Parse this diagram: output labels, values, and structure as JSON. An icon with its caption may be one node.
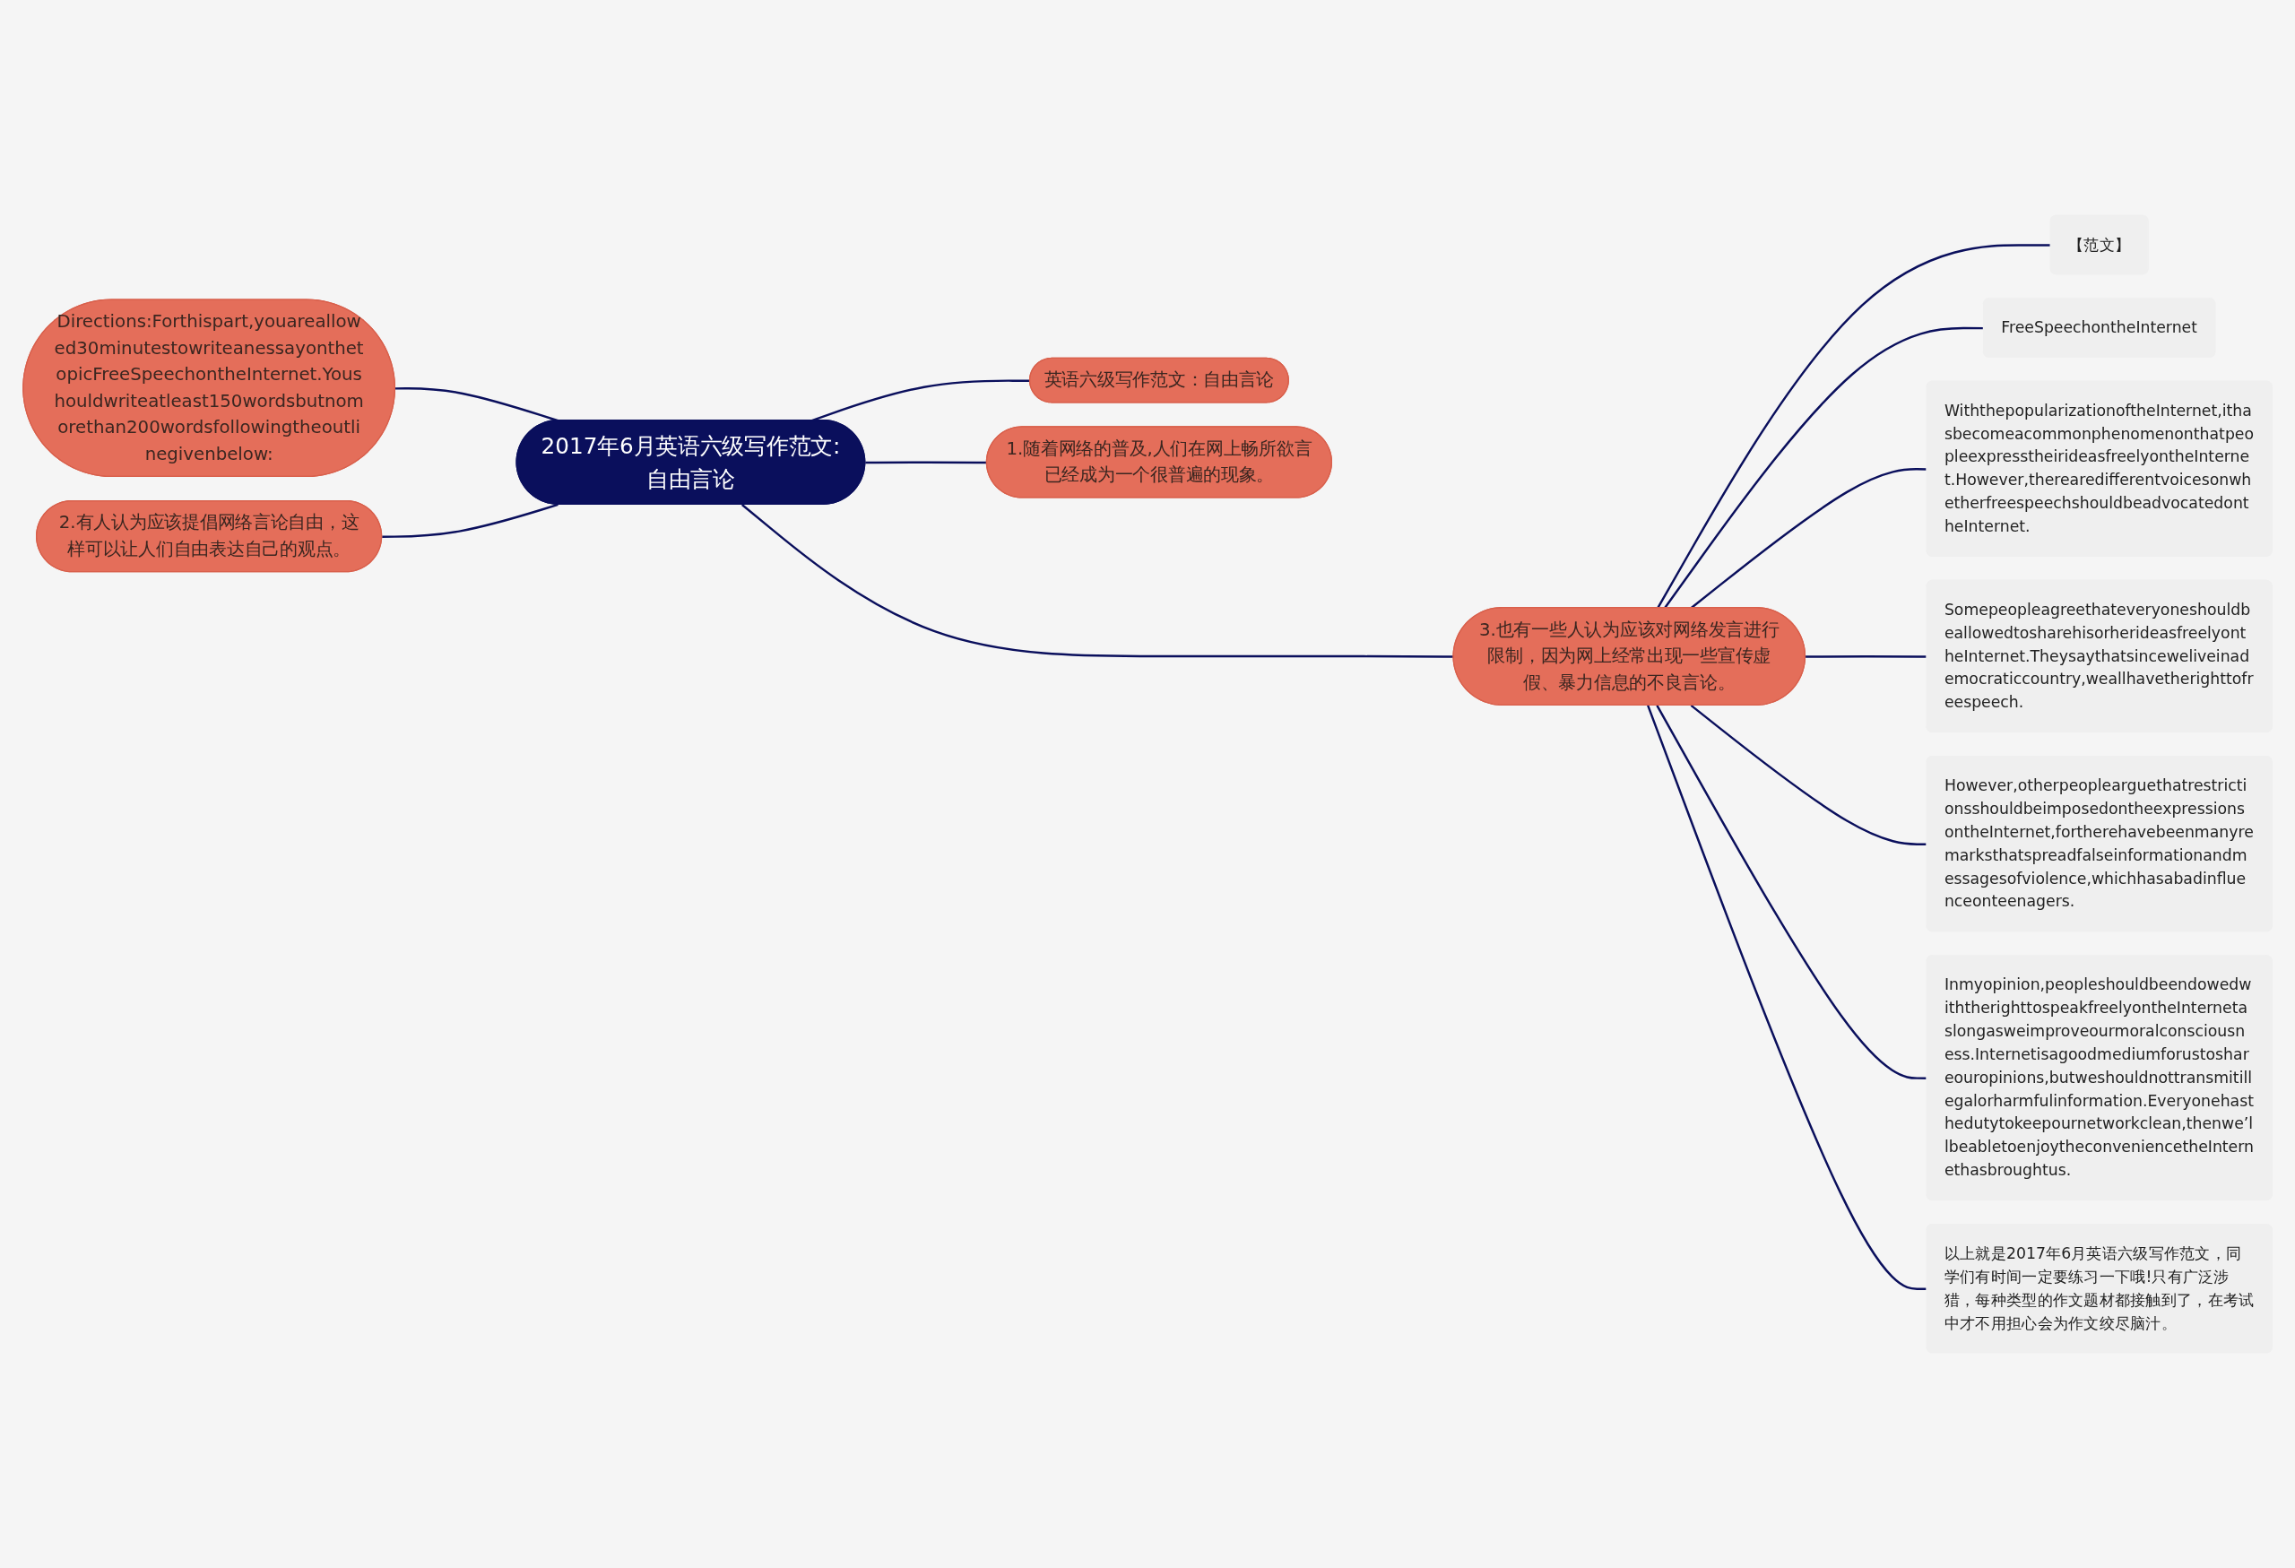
{
  "diagram": {
    "nodes": [
      {
        "text": [
          "2017年6月英语六级写作范文:自由言论"
        ]
      },
      {
        "text": [
          "英语六级写作范文：自由言论"
        ]
      },
      {
        "text": [
          "1.随着网络的普及,人们在网上畅所欲言已经成为一个很普遍的现象。"
        ]
      },
      {
        "text": [
          "Directions:Forthispart,youareallowed30minutestowriteanessayonthetopicFreeSpeechontheInternet.Youshouldwriteatleast150wordsbutnomorethan200wordsfollowingtheoutlinegivenbelow:"
        ]
      },
      {
        "text": [
          "2.有人认为应该提倡网络言论自由，这样可以让人们自由表达自己的观点。"
        ]
      },
      {
        "text": [
          "3.也有一些人认为应该对网络发言进行限制，因为网上经常出现一些宣传虚假、暴力信息的不良言论。"
        ]
      },
      {
        "text": [
          "【范文】"
        ]
      },
      {
        "text": [
          "FreeSpeechontheInternet"
        ]
      },
      {
        "text": [
          "WiththepopularizationoftheInternet,ithasbecomeacommonphenomenonthatpeopleexpresstheirideasfreelyontheInternet.However,therearedifferentvoicesonwhetherfreespeechshouldbeadvocatedontheInternet."
        ]
      },
      {
        "text": [
          "SomepeopleagreethateveryoneshouldbeallowedtosharehisorherideasfreelyontheInternet.Theysaythatsinceweliveinademocraticcountry,weallhavetherighttofreespeech."
        ]
      },
      {
        "text": [
          "However,otherpeoplearguethatrestrictionsshouldbeimposedontheexpressionsontheInternet,fortherehavebeenmanyremarksthatspreadfalseinformationandmessagesofviolence,whichhasabadinfluenceonteenagers."
        ]
      },
      {
        "text": [
          "Inmyopinion,peopleshouldbeendowedwiththerighttospeakfreelyontheInternetaslongasweimproveourmoralconsciousness.Internetisagoodmediumforustoshareouropinions,butweshouldnottransmitillegalorharmfulinformation.Everyonehasthedutytokeepournetworkclean,thenwe’llbeabletoenjoytheconveniencetheInternethasbroughtus."
        ]
      },
      {
        "text": [
          "以上就是2017年6月英语六级写作范文，同学们有时间一定要练习一下哦!只有广泛涉猎，每种类型的作文题材都接触到了，在考试中才不用担心会为作文绞尽脑汁。"
        ]
      }
    ],
    "edges": [
      {
        "from": 0,
        "to": 1,
        "arrow": "none"
      },
      {
        "from": 0,
        "to": 2,
        "arrow": "none"
      },
      {
        "from": 3,
        "to": 0,
        "arrow": "none"
      },
      {
        "from": 4,
        "to": 0,
        "arrow": "none"
      },
      {
        "from": 0,
        "to": 5,
        "arrow": "none"
      },
      {
        "from": 5,
        "to": 6,
        "arrow": "none"
      },
      {
        "from": 5,
        "to": 7,
        "arrow": "none"
      },
      {
        "from": 5,
        "to": 8,
        "arrow": "none"
      },
      {
        "from": 5,
        "to": 9,
        "arrow": "none"
      },
      {
        "from": 5,
        "to": 10,
        "arrow": "none"
      },
      {
        "from": 5,
        "to": 11,
        "arrow": "none"
      },
      {
        "from": 5,
        "to": 12,
        "arrow": "none"
      }
    ]
  }
}
